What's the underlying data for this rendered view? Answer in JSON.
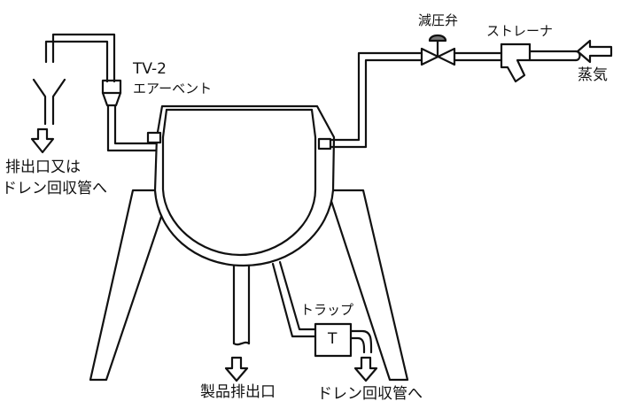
{
  "labels": {
    "air_vent_model": "TV-2",
    "air_vent": "エアーベント",
    "reducing_valve": "減圧弁",
    "strainer": "ストレーナ",
    "steam": "蒸気",
    "left_outlet_line1": "排出口又は",
    "left_outlet_line2": "ドレン回収管へ",
    "trap": "トラップ",
    "trap_box": "T",
    "product_outlet": "製品排出口",
    "drain_return": "ドレン回収管へ"
  },
  "colors": {
    "line": "#111111",
    "background": "#ffffff"
  }
}
